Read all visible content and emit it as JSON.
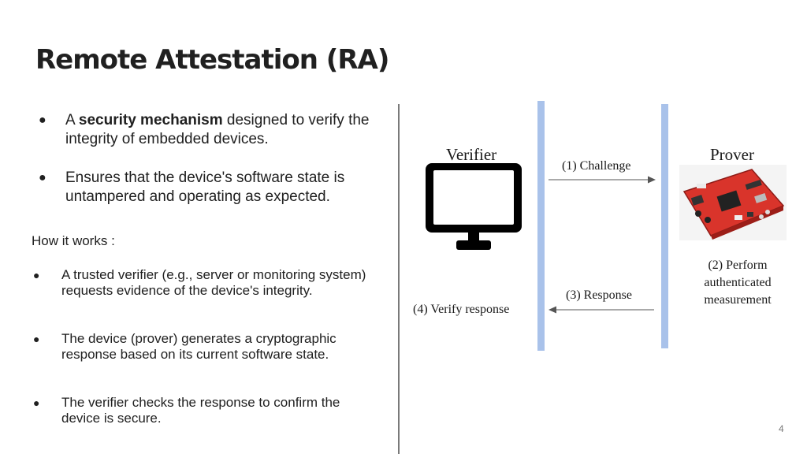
{
  "title": "Remote Attestation (RA)",
  "bullets": [
    {
      "pre": "A ",
      "bold": "security mechanism",
      "post": " designed to verify the integrity of embedded devices."
    },
    {
      "text": "Ensures that the device's software state is untampered and operating as expected."
    }
  ],
  "how_it_works": {
    "heading": "How it works :",
    "items": [
      "A trusted verifier (e.g., server or monitoring system) requests evidence of the device's integrity.",
      "The device (prover) generates a cryptographic response based on its current software state.",
      "The verifier checks the response to confirm the device is secure."
    ]
  },
  "diagram": {
    "verifier_label": "Verifier",
    "prover_label": "Prover",
    "step1": "(1) Challenge",
    "step2": "(2) Perform authenticated measurement",
    "step3": "(3) Response",
    "step4": "(4) Verify response",
    "verifier_icon": "monitor-icon",
    "prover_image": "embedded-board-image",
    "bar_color": "#a9c2ea"
  },
  "page_number": "4",
  "bullet_char": "●"
}
